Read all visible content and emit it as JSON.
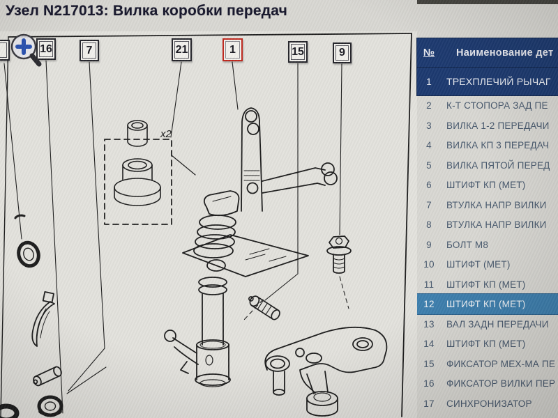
{
  "title": "Узел N217013: Вилка коробки передач",
  "diagram": {
    "zoom_icon": "magnifier-plus-icon",
    "quantity_label": "x2",
    "highlight_color": "#c0281e",
    "callouts": [
      {
        "label": "16"
      },
      {
        "label": "7"
      },
      {
        "label": "21"
      },
      {
        "label": "1",
        "highlighted": true
      },
      {
        "label": "15"
      },
      {
        "label": "9"
      }
    ]
  },
  "table": {
    "headers": {
      "num": "№",
      "name": "Наименование дет"
    },
    "selected_row_color": "#1d3a70",
    "highlight_row_color": "#3e7fae",
    "rows": [
      {
        "num": "1",
        "name": "ТРЕХПЛЕЧИЙ РЫЧАГ",
        "state": "selected"
      },
      {
        "num": "2",
        "name": "К-Т СТОПОРА ЗАД ПЕ"
      },
      {
        "num": "3",
        "name": "ВИЛКА 1-2 ПЕРЕДАЧИ"
      },
      {
        "num": "4",
        "name": "ВИЛКА КП 3 ПЕРЕДАЧ"
      },
      {
        "num": "5",
        "name": "ВИЛКА ПЯТОЙ ПЕРЕД"
      },
      {
        "num": "6",
        "name": "ШТИФТ КП (МЕТ)"
      },
      {
        "num": "7",
        "name": "ВТУЛКА НАПР ВИЛКИ"
      },
      {
        "num": "8",
        "name": "ВТУЛКА НАПР ВИЛКИ"
      },
      {
        "num": "9",
        "name": "БОЛТ М8"
      },
      {
        "num": "10",
        "name": "ШТИФТ (МЕТ)"
      },
      {
        "num": "11",
        "name": "ШТИФТ КП (МЕТ)"
      },
      {
        "num": "12",
        "name": "ШТИФТ КП (МЕТ)",
        "state": "highlighted"
      },
      {
        "num": "13",
        "name": "ВАЛ ЗАДН ПЕРЕДАЧИ"
      },
      {
        "num": "14",
        "name": "ШТИФТ КП (МЕТ)"
      },
      {
        "num": "15",
        "name": "ФИКСАТОР МЕХ-МА ПЕ"
      },
      {
        "num": "16",
        "name": "ФИКСАТОР ВИЛКИ ПЕР"
      },
      {
        "num": "17",
        "name": "СИНХРОНИЗАТОР"
      }
    ]
  }
}
